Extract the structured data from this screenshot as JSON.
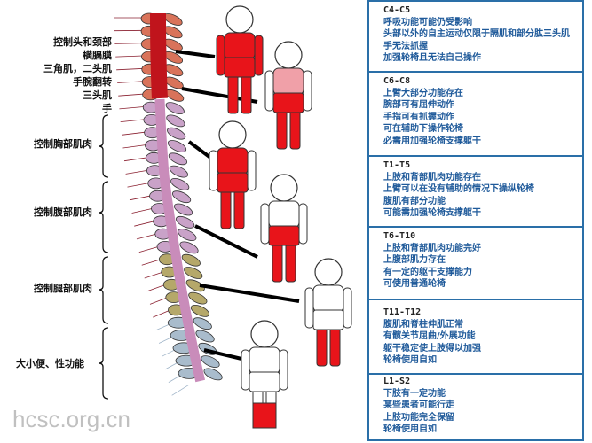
{
  "left_labels": {
    "head_neck": "控制头和颈部",
    "diaphragm": "横膈膜",
    "deltoid_biceps": "三角肌，二头肌",
    "wrist": "手腕翻转",
    "triceps": "三头肌",
    "hand": "手",
    "chest": "控制胸部肌肉",
    "abdomen": "控制腹部肌肉",
    "legs": "控制腿部肌肉",
    "bowel_sexual": "大小便、性功能"
  },
  "panels": [
    {
      "level": "C4-C5",
      "lines": [
        "呼吸功能可能仍受影响",
        "头部以外的自主运动仅限于隔肌和部分肱三头肌",
        "手无法抓握",
        "加强轮椅且无法自己操作"
      ]
    },
    {
      "level": "C6-C8",
      "lines": [
        "上臂大部分功能存在",
        "腕部可有屈伸动作",
        "手指可有抓握动作",
        "可在辅助下操作轮椅",
        "必需用加强轮椅支撑躯干"
      ]
    },
    {
      "level": "T1-T5",
      "lines": [
        "上肢和背部肌肉功能存在",
        "上臂可以在没有辅助的情况下操纵轮椅",
        "腹肌有部分功能",
        "可能需加强轮椅支撑躯干"
      ]
    },
    {
      "level": "T6-T10",
      "lines": [
        "上肢和背部肌肉功能完好",
        "上腹部肌力存在",
        "有一定的躯干支撑能力",
        "可使用普通轮椅"
      ]
    },
    {
      "level": "T11-T12",
      "lines": [
        "腹肌和脊柱伸肌正常",
        "有髋关节屈曲/外展功能",
        "躯干稳定使上肢得以加强",
        "轮椅使用自如"
      ]
    },
    {
      "level": "L1-S2",
      "lines": [
        "下肢有一定功能",
        "某些患者可能行走",
        "上肢功能完全保留",
        "轮椅使用自如"
      ]
    }
  ],
  "watermark": "hcsc.org.cn",
  "colors": {
    "paralysis": "#e8141a",
    "partial": "#f0a0a8",
    "panel_border": "#2a6fa8",
    "panel_text": "#1f5a9a",
    "cervical": "#d9735a",
    "thoracic": "#c9a2c8",
    "lumbar": "#b5a86a",
    "sacral": "#a9bccc",
    "cord_upper": "#c0141c",
    "cord_lower": "#c98cba"
  }
}
